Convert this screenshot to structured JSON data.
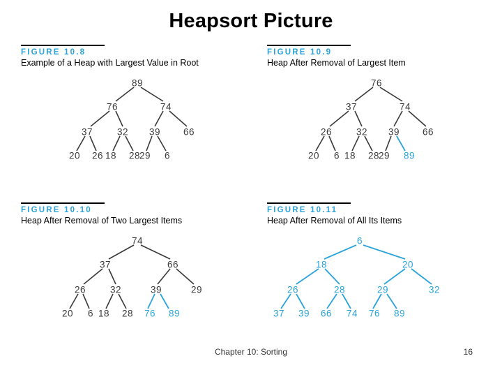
{
  "slide": {
    "title": "Heapsort Picture",
    "footer_center": "Chapter 10: Sorting",
    "page_number": "16",
    "accent_color": "#29a3d9",
    "text_color": "#3a3a3a"
  },
  "figures": [
    {
      "label": "FIGURE 10.8",
      "caption": "Example of a Heap with Largest Value in Root",
      "tree": {
        "levels": [
          [
            "89"
          ],
          [
            "76",
            "74"
          ],
          [
            "37",
            "32",
            "39",
            "66"
          ],
          [
            "20",
            "26",
            "18",
            "28",
            "29",
            "6"
          ]
        ],
        "highlighted": []
      }
    },
    {
      "label": "FIGURE 10.9",
      "caption": "Heap After Removal of Largest Item",
      "tree": {
        "levels": [
          [
            "76"
          ],
          [
            "37",
            "74"
          ],
          [
            "26",
            "32",
            "39",
            "66"
          ],
          [
            "20",
            "6",
            "18",
            "28",
            "29",
            "89"
          ]
        ],
        "highlighted": [
          "89"
        ]
      }
    },
    {
      "label": "FIGURE 10.10",
      "caption": "Heap After Removal of Two Largest Items",
      "tree": {
        "levels": [
          [
            "74"
          ],
          [
            "37",
            "66"
          ],
          [
            "26",
            "32",
            "39",
            "29"
          ],
          [
            "20",
            "6",
            "18",
            "28",
            "76",
            "89"
          ]
        ],
        "highlighted": [
          "76",
          "89"
        ]
      }
    },
    {
      "label": "FIGURE 10.11",
      "caption": "Heap After Removal of All Its Items",
      "tree": {
        "levels": [
          [
            "6"
          ],
          [
            "18",
            "20"
          ],
          [
            "26",
            "28",
            "29",
            "32"
          ],
          [
            "37",
            "39",
            "66",
            "74",
            "76",
            "89"
          ]
        ],
        "highlighted": [
          "6",
          "18",
          "20",
          "26",
          "28",
          "29",
          "32",
          "37",
          "39",
          "66",
          "74",
          "76",
          "89"
        ]
      }
    }
  ]
}
